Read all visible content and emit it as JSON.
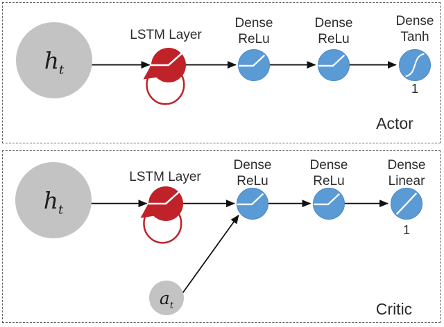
{
  "figure": {
    "type": "actor-critic neural network architecture diagram"
  },
  "colors": {
    "node_blue": "#5b9bd5",
    "node_red": "#c0222a",
    "node_gray": "#c3c3c3",
    "arrow_black": "#111111",
    "text": "#2b2b2b",
    "panel_border": "#5f5f5f"
  },
  "panels": [
    {
      "corner_label": "Actor",
      "lstm_label": "LSTM Layer",
      "input": {
        "symbol": "h",
        "subscript": "t"
      },
      "layers": [
        {
          "line1": "Dense",
          "line2": "ReLu",
          "activation": "relu"
        },
        {
          "line1": "Dense",
          "line2": "ReLu",
          "activation": "relu"
        },
        {
          "line1": "Dense",
          "line2": "Tanh",
          "activation": "tanh",
          "units": "1"
        }
      ]
    },
    {
      "corner_label": "Critic",
      "lstm_label": "LSTM Layer",
      "input": {
        "symbol": "h",
        "subscript": "t"
      },
      "action_input": {
        "symbol": "a",
        "subscript": "t"
      },
      "layers": [
        {
          "line1": "Dense",
          "line2": "ReLu",
          "activation": "relu"
        },
        {
          "line1": "Dense",
          "line2": "ReLu",
          "activation": "relu"
        },
        {
          "line1": "Dense",
          "line2": "Linear",
          "activation": "linear",
          "units": "1"
        }
      ]
    }
  ]
}
